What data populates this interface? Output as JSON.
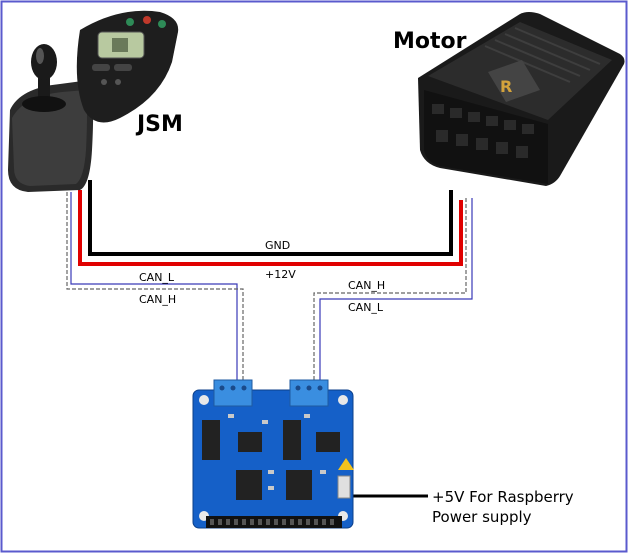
{
  "labels": {
    "jsm": "JSM",
    "motor": "Motor",
    "gnd": "GND",
    "v12": "+12V",
    "can_l_left": "CAN_L",
    "can_h_left": "CAN_H",
    "can_h_right": "CAN_H",
    "can_l_right": "CAN_L",
    "power_line1": "+5V For Raspberry",
    "power_line2": "Power supply"
  },
  "colors": {
    "frame": "#5a5acd",
    "gnd_wire": "#000000",
    "v12_wire": "#e00000",
    "can_l_wire": "#3a3ab8",
    "can_h_wire": "#777777",
    "board": "#1560c8",
    "terminal": "#3a8ee0",
    "motor_body": "#1a1a1a",
    "jsm_body": "#222222"
  },
  "icons": {
    "joystick": "joystick-controller-icon",
    "motor": "motor-controller-icon",
    "board": "can-hat-board-icon"
  }
}
